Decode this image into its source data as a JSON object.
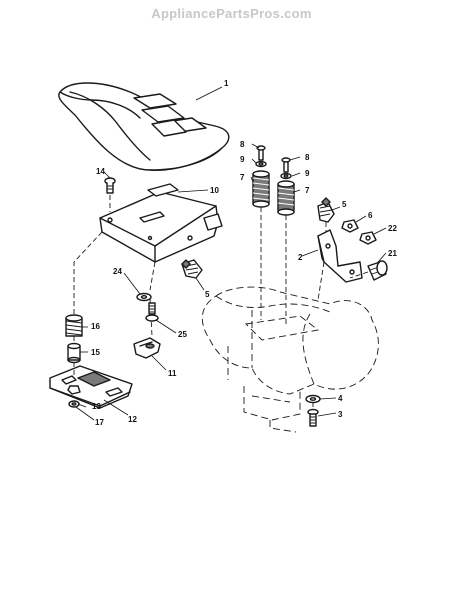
{
  "header": {
    "watermark": "AppliancePartsPros.com"
  },
  "callouts": {
    "seat": "1",
    "mounting_bracket": "2",
    "bolt_lower": "3",
    "washer_lower": "4",
    "knob_upper": "5",
    "knob_lower": "5",
    "nut_6": "6",
    "spring_left": "7",
    "spring_right": "7",
    "screw_left": "8",
    "screw_right": "8",
    "washer_left": "9",
    "washer_right": "9",
    "seat_pan": "10",
    "adjust_lever": "11",
    "slide_plate": "12",
    "nut_13": "13",
    "bolt_14": "14",
    "bushing_15": "15",
    "spring_16": "16",
    "washer_17": "17",
    "bolt_21": "21",
    "nut_22": "22",
    "washer_24": "24",
    "screw_25": "25"
  }
}
